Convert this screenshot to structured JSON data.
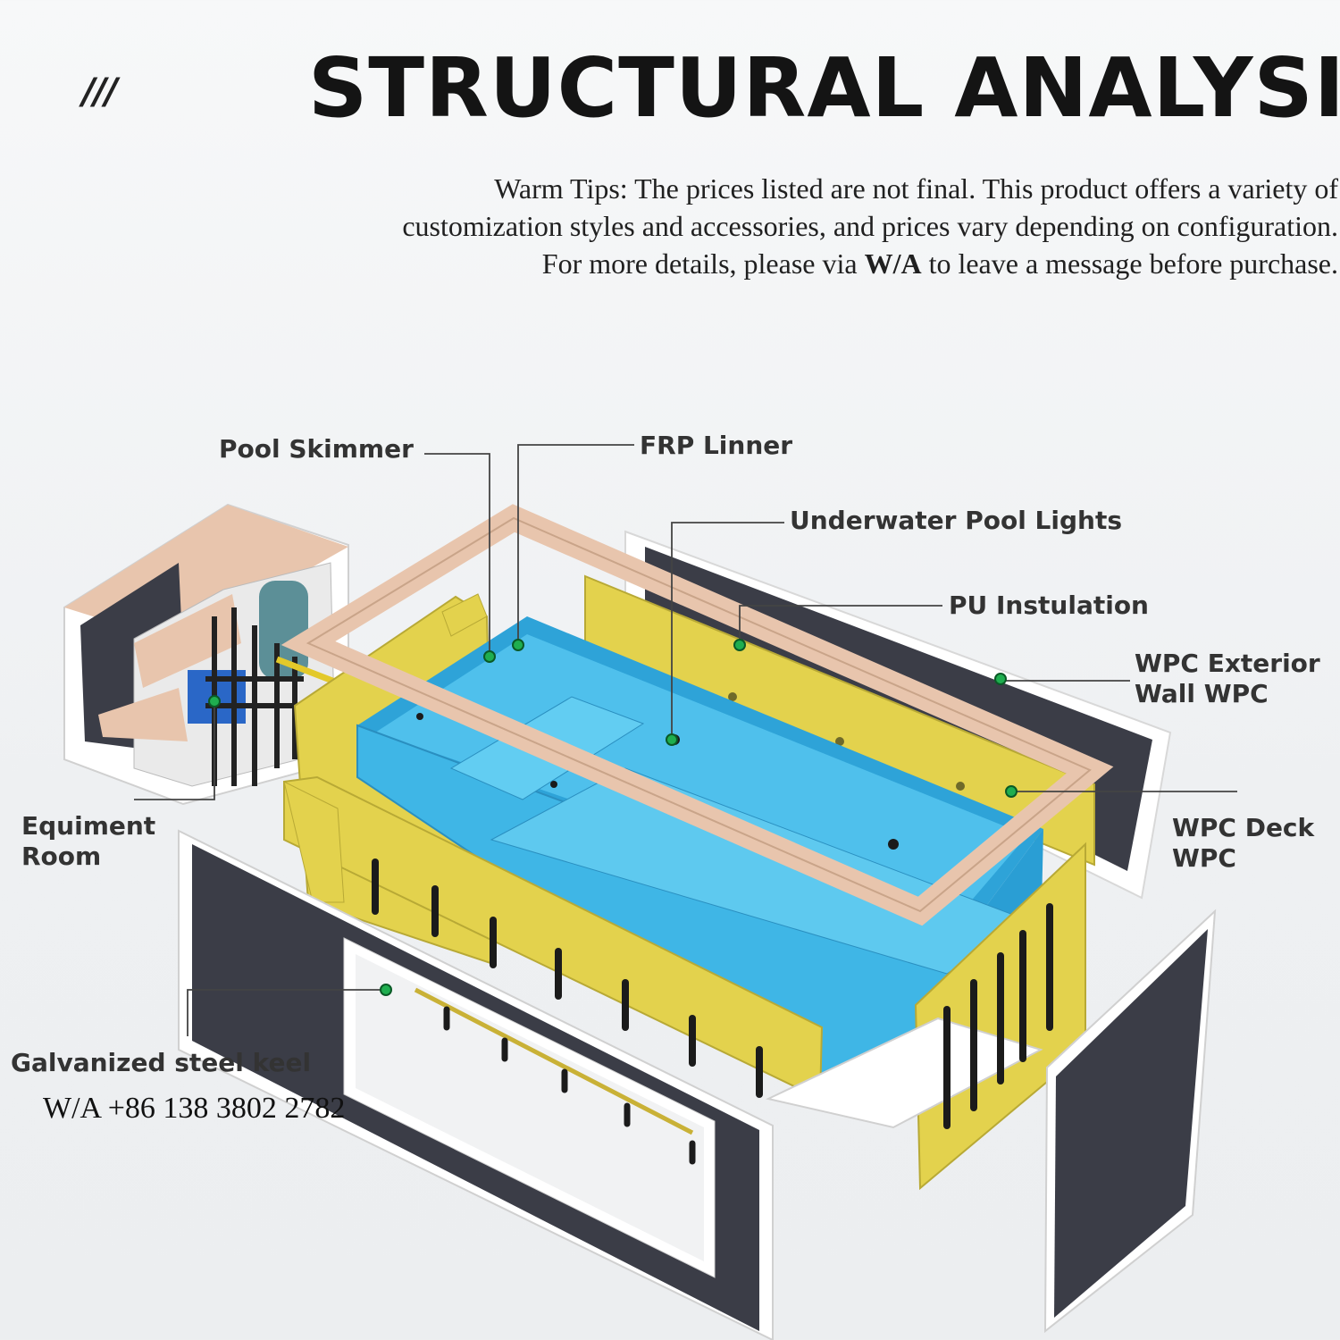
{
  "header": {
    "slashes": "///",
    "title": "STRUCTURAL ANALYSIS"
  },
  "tips": {
    "text_before": "Warm Tips: The prices listed are not final. This product offers a variety of customization styles and accessories, and prices vary depending on configuration. For more details, please via ",
    "bold": "W/A",
    "text_after": " to leave a message before purchase."
  },
  "labels": {
    "pool_skimmer": "Pool Skimmer",
    "frp_linner": "FRP Linner",
    "underwater_lights": "Underwater Pool Lights",
    "pu_insulation": "PU Instulation",
    "wpc_exterior_line1": "WPC Exterior",
    "wpc_exterior_line2": "Wall WPC",
    "wpc_deck_line1": "WPC Deck",
    "wpc_deck_line2": "WPC",
    "equipment_line1": "Equiment",
    "equipment_line2": "Room",
    "steel_keel": "Galvanized steel keel"
  },
  "contact": "W/A +86 138 3802 2782",
  "colors": {
    "pool_blue": "#3fb6e6",
    "pu_yellow": "#e3d24d",
    "deck_peach": "#e8c5ad",
    "wpc_dark": "#3b3d47",
    "frame_white": "#ffffff",
    "marker_green": "#1fae4f"
  }
}
